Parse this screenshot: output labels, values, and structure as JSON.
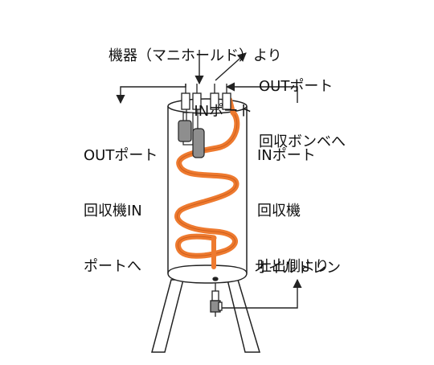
{
  "labels": {
    "top_in_port": [
      "機器（マニホールド）より",
      "INポート"
    ],
    "out_to_cylinder": [
      "OUTポート",
      "回収ボンベへ"
    ],
    "out_to_recovery_in": [
      "OUTポート",
      "回収機IN",
      "ポートへ"
    ],
    "in_from_recovery_outlet": [
      "INポート",
      "回収機",
      "吐出側より"
    ],
    "oil_drain": "オイルドレン"
  },
  "colors": {
    "coil": "#ee7a2f",
    "lines": "#222222",
    "gauge": "#8e8e8e",
    "background": "#ffffff"
  }
}
